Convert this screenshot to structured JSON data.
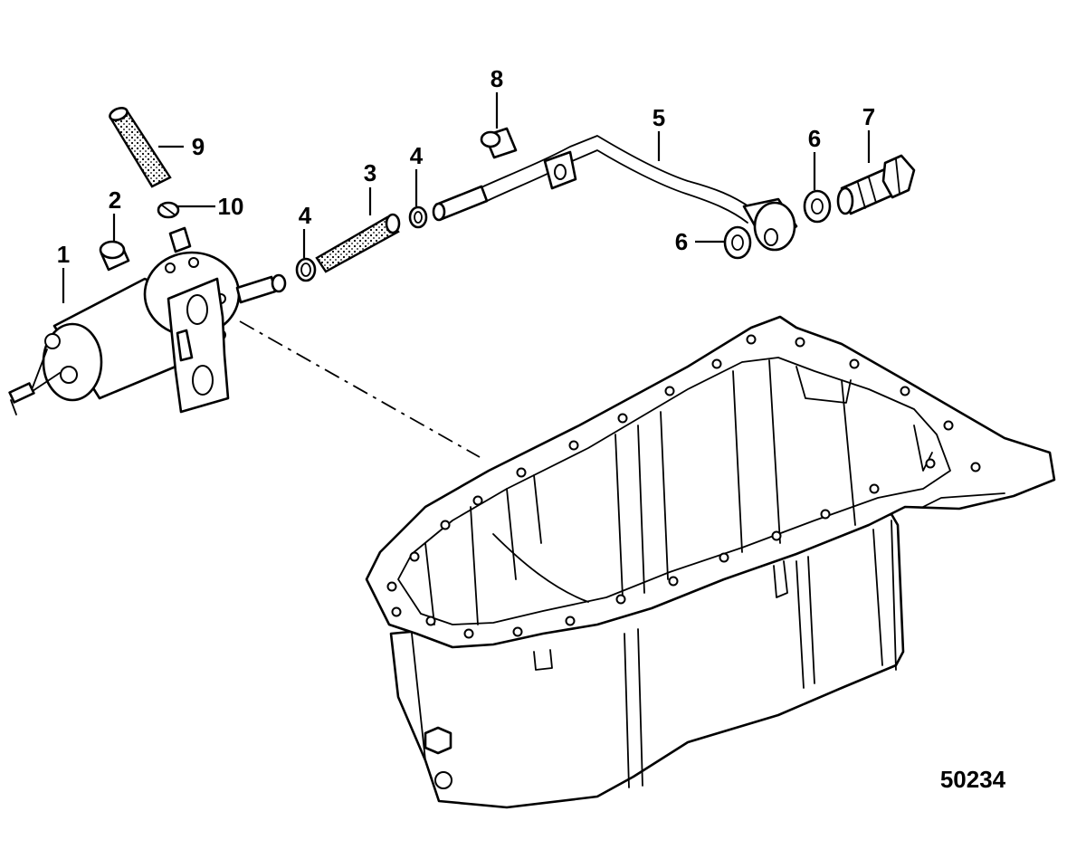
{
  "diagram": {
    "figure_number": "50234",
    "callouts": [
      {
        "id": "c1",
        "label": "1"
      },
      {
        "id": "c2",
        "label": "2"
      },
      {
        "id": "c3",
        "label": "3"
      },
      {
        "id": "c4a",
        "label": "4"
      },
      {
        "id": "c4b",
        "label": "4"
      },
      {
        "id": "c5",
        "label": "5"
      },
      {
        "id": "c6a",
        "label": "6"
      },
      {
        "id": "c6b",
        "label": "6"
      },
      {
        "id": "c7",
        "label": "7"
      },
      {
        "id": "c8",
        "label": "8"
      },
      {
        "id": "c9",
        "label": "9"
      },
      {
        "id": "c10",
        "label": "10"
      }
    ]
  }
}
